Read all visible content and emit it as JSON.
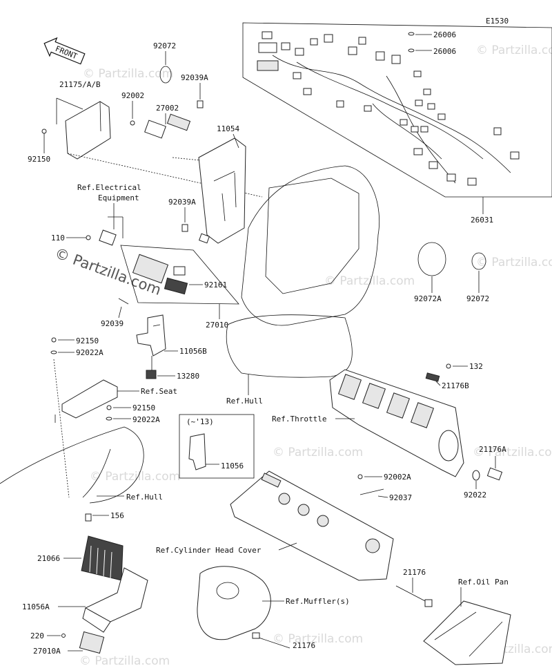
{
  "diagram_code": "E1530",
  "front_label": "FRONT",
  "watermark_text": "© Partzilla.com",
  "callouts": {
    "c26006a": "26006",
    "c26006b": "26006",
    "c92072top": "92072",
    "c21175": "21175/A/B",
    "c92039Atop": "92039A",
    "c92002": "92002",
    "c27002": "27002",
    "c11054": "11054",
    "c92150a": "92150",
    "c26031": "26031",
    "c92072A": "92072A",
    "c92072b": "92072",
    "c110": "110",
    "c92039Amid": "92039A",
    "c92161": "92161",
    "c92039": "92039",
    "c27010": "27010",
    "c11056B": "11056B",
    "c92150b": "92150",
    "c92022Aa": "92022A",
    "c13280": "13280",
    "c92150c": "92150",
    "c92022Ab": "92022A",
    "c11056": "11056",
    "c132": "132",
    "c21176B": "21176B",
    "c21176A": "21176A",
    "c92022": "92022",
    "c92002A": "92002A",
    "c92037": "92037",
    "c156": "156",
    "c21066": "21066",
    "c11056A": "11056A",
    "c220": "220",
    "c27010A": "27010A",
    "c21176a": "21176",
    "c21176b": "21176"
  },
  "refs": {
    "ref_elec_1": "Ref.Electrical",
    "ref_elec_2": "Equipment",
    "ref_seat": "Ref.Seat",
    "ref_hull_1": "Ref.Hull",
    "ref_hull_2": "Ref.Hull",
    "ref_throttle": "Ref.Throttle",
    "ref_cyl": "Ref.Cylinder Head Cover",
    "ref_muffler": "Ref.Muffler(s)",
    "ref_oilpan": "Ref.Oil Pan"
  },
  "inset_label": "(~'13)"
}
